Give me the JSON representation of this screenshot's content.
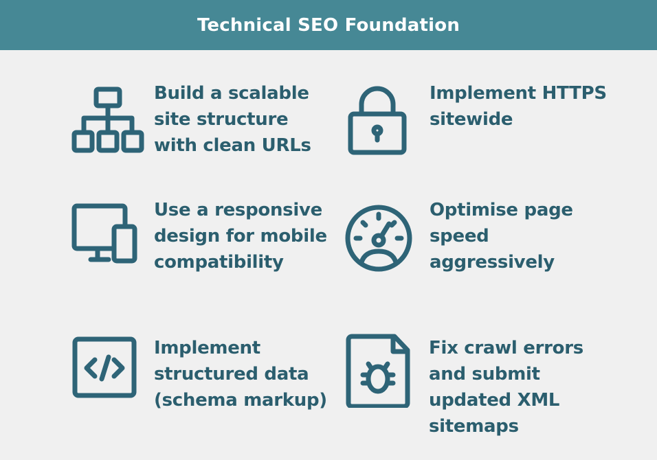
{
  "header": {
    "title": "Technical SEO Foundation"
  },
  "items": [
    {
      "icon": "sitemap-icon",
      "text": "Build a scalable site structure with clean URLs"
    },
    {
      "icon": "lock-icon",
      "text": "Implement HTTPS sitewide"
    },
    {
      "icon": "responsive-devices-icon",
      "text": "Use a responsive design for mobile compatibility"
    },
    {
      "icon": "speedometer-icon",
      "text": "Optimise page speed aggressively"
    },
    {
      "icon": "code-icon",
      "text": "Implement structured data (schema markup)"
    },
    {
      "icon": "bug-file-icon",
      "text": "Fix crawl errors and submit updated XML sitemaps"
    }
  ],
  "colors": {
    "header": "#468895",
    "background": "#f0f0f0",
    "accent": "#2e6477"
  }
}
